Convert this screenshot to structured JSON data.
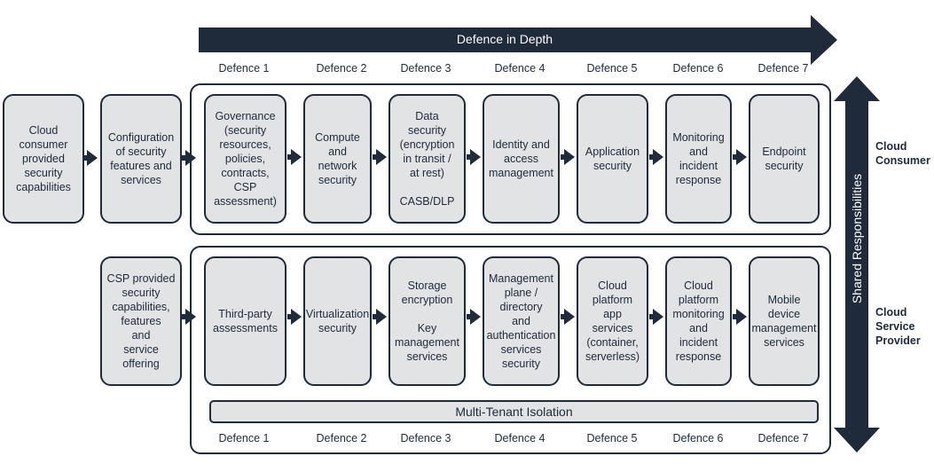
{
  "top_arrow": {
    "label": "Defence in Depth"
  },
  "multi_tenant": {
    "label": "Multi-Tenant Isolation"
  },
  "shared": {
    "label": "Shared Responsibilities"
  },
  "side_labels": {
    "consumer": "Cloud\nConsumer",
    "provider": "Cloud\nService\nProvider"
  },
  "defences": [
    "Defence 1",
    "Defence 2",
    "Defence 3",
    "Defence 4",
    "Defence 5",
    "Defence 6",
    "Defence 7"
  ],
  "left_boxes": {
    "consumer_caps": "Cloud\nconsumer\nprovided\nsecurity\ncapabilities",
    "config": "Configuration\nof security\nfeatures and\nservices",
    "csp_caps": "CSP provided\nsecurity\ncapabilities,\nfeatures\nand\nservice offering"
  },
  "consumer_row": [
    "Governance\n(security\nresources,\npolicies,\ncontracts,\nCSP\nassessment)",
    "Compute\nand\nnetwork\nsecurity",
    "Data\nsecurity\n(encryption\nin transit /\nat rest)\n\nCASB/DLP",
    "Identity and\naccess\nmanagement",
    "Application\nsecurity",
    "Monitoring\nand\nincident\nresponse",
    "Endpoint\nsecurity"
  ],
  "provider_row": [
    "Third-party\nassessments",
    "Virtualization\nsecurity",
    "Storage\nencryption\n\nKey\nmanagement\nservices",
    "Management\nplane /\ndirectory\nand\nauthentication\nservices\nsecurity",
    "Cloud\nplatform\napp\nservices\n(container,\nserverless)",
    "Cloud\nplatform\nmonitoring\nand\nincident\nresponse",
    "Mobile\ndevice\nmanagement\nservices"
  ],
  "colors": {
    "navy": "#1f2a3a",
    "box_fill": "#e2e3e4"
  }
}
